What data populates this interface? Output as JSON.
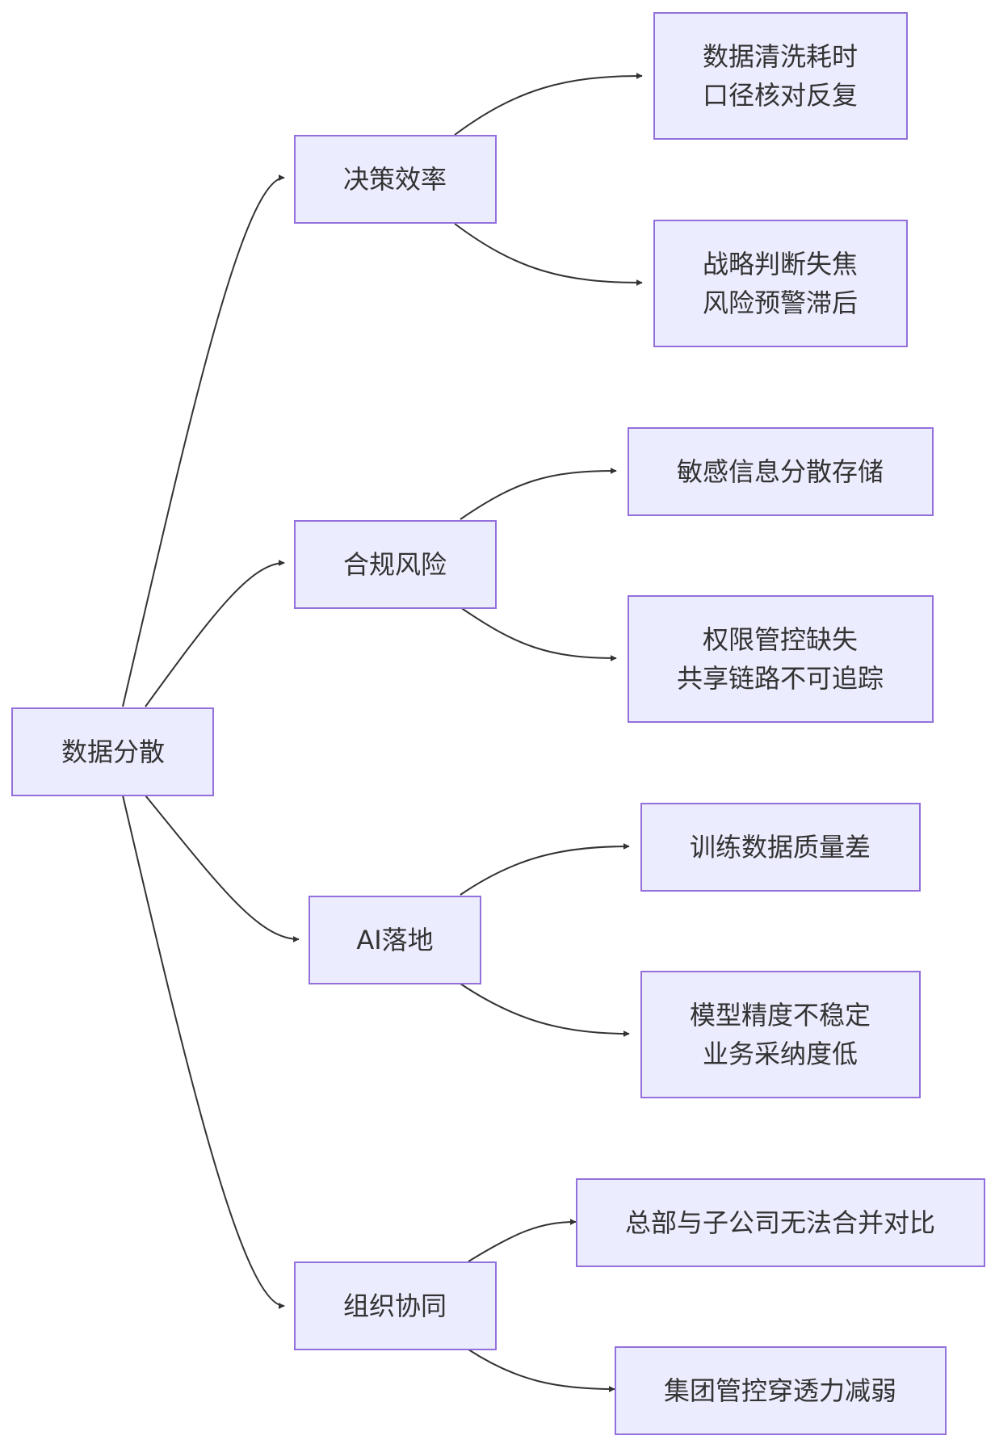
{
  "diagram": {
    "root": {
      "line1": "数据分散"
    },
    "branches": [
      {
        "label": "决策效率",
        "children": [
          {
            "line1": "数据清洗耗时",
            "line2": "口径核对反复"
          },
          {
            "line1": "战略判断失焦",
            "line2": "风险预警滞后"
          }
        ]
      },
      {
        "label": "合规风险",
        "children": [
          {
            "line1": "敏感信息分散存储"
          },
          {
            "line1": "权限管控缺失",
            "line2": "共享链路不可追踪"
          }
        ]
      },
      {
        "label": "AI落地",
        "children": [
          {
            "line1": "训练数据质量差"
          },
          {
            "line1": "模型精度不稳定",
            "line2": "业务采纳度低"
          }
        ]
      },
      {
        "label": "组织协同",
        "children": [
          {
            "line1": "总部与子公司无法合并对比"
          },
          {
            "line1": "集团管控穿透力减弱"
          }
        ]
      }
    ]
  }
}
